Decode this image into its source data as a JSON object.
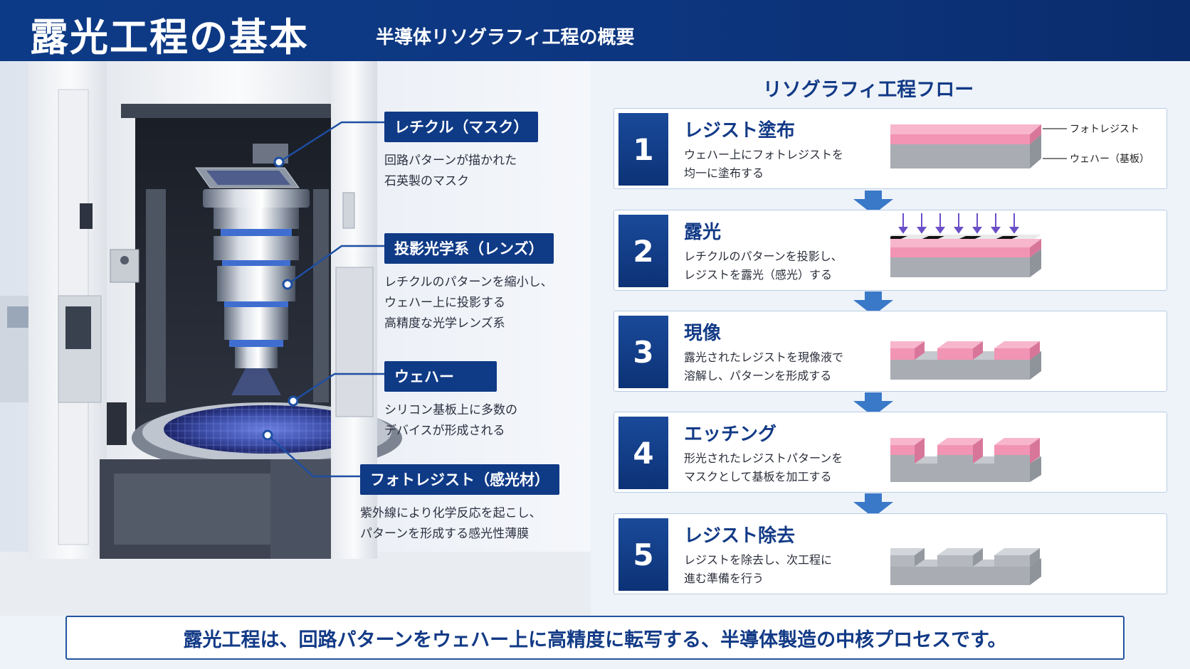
{
  "header": {
    "title": "露光工程の基本",
    "subtitle": "半導体リソグラフィ工程の概要"
  },
  "callouts": [
    {
      "title": "レチクル（マスク）",
      "desc": "回路パターンが描かれた\n石英製のマスク"
    },
    {
      "title": "投影光学系（レンズ）",
      "desc": "レチクルのパターンを縮小し、\nウェハー上に投影する\n高精度な光学レンズ系"
    },
    {
      "title": "ウェハー",
      "desc": "シリコン基板上に多数の\nデバイスが形成される"
    },
    {
      "title": "フォトレジスト（感光材）",
      "desc": "紫外線により化学反応を起こし、\nパターンを形成する感光性薄膜"
    }
  ],
  "flow": {
    "title": "リソグラフィ工程フロー",
    "steps": [
      {
        "num": "1",
        "title": "レジスト塗布",
        "desc": "ウェハー上にフォトレジストを\n均一に塗布する",
        "labels": {
          "top": "フォトレジスト",
          "bottom": "ウェハー（基板）"
        }
      },
      {
        "num": "2",
        "title": "露光",
        "desc": "レチクルのパターンを投影し、\nレジストを露光（感光）する"
      },
      {
        "num": "3",
        "title": "現像",
        "desc": "露光されたレジストを現像液で\n溶解し、パターンを形成する"
      },
      {
        "num": "4",
        "title": "エッチング",
        "desc": "形光されたレジストパターンを\nマスクとして基板を加工する"
      },
      {
        "num": "5",
        "title": "レジスト除去",
        "desc": "レジストを除去し、次工程に\n進む準備を行う"
      }
    ]
  },
  "banner": "露光工程は、回路パターンをウェハー上に高精度に転写する、半導体製造の中核プロセスです。",
  "colors": {
    "brand_navy": "#0f3a86",
    "resist_pink": "#f29bb8",
    "wafer_gray": "#a8acb2",
    "arrow_blue": "#3a78c8"
  }
}
